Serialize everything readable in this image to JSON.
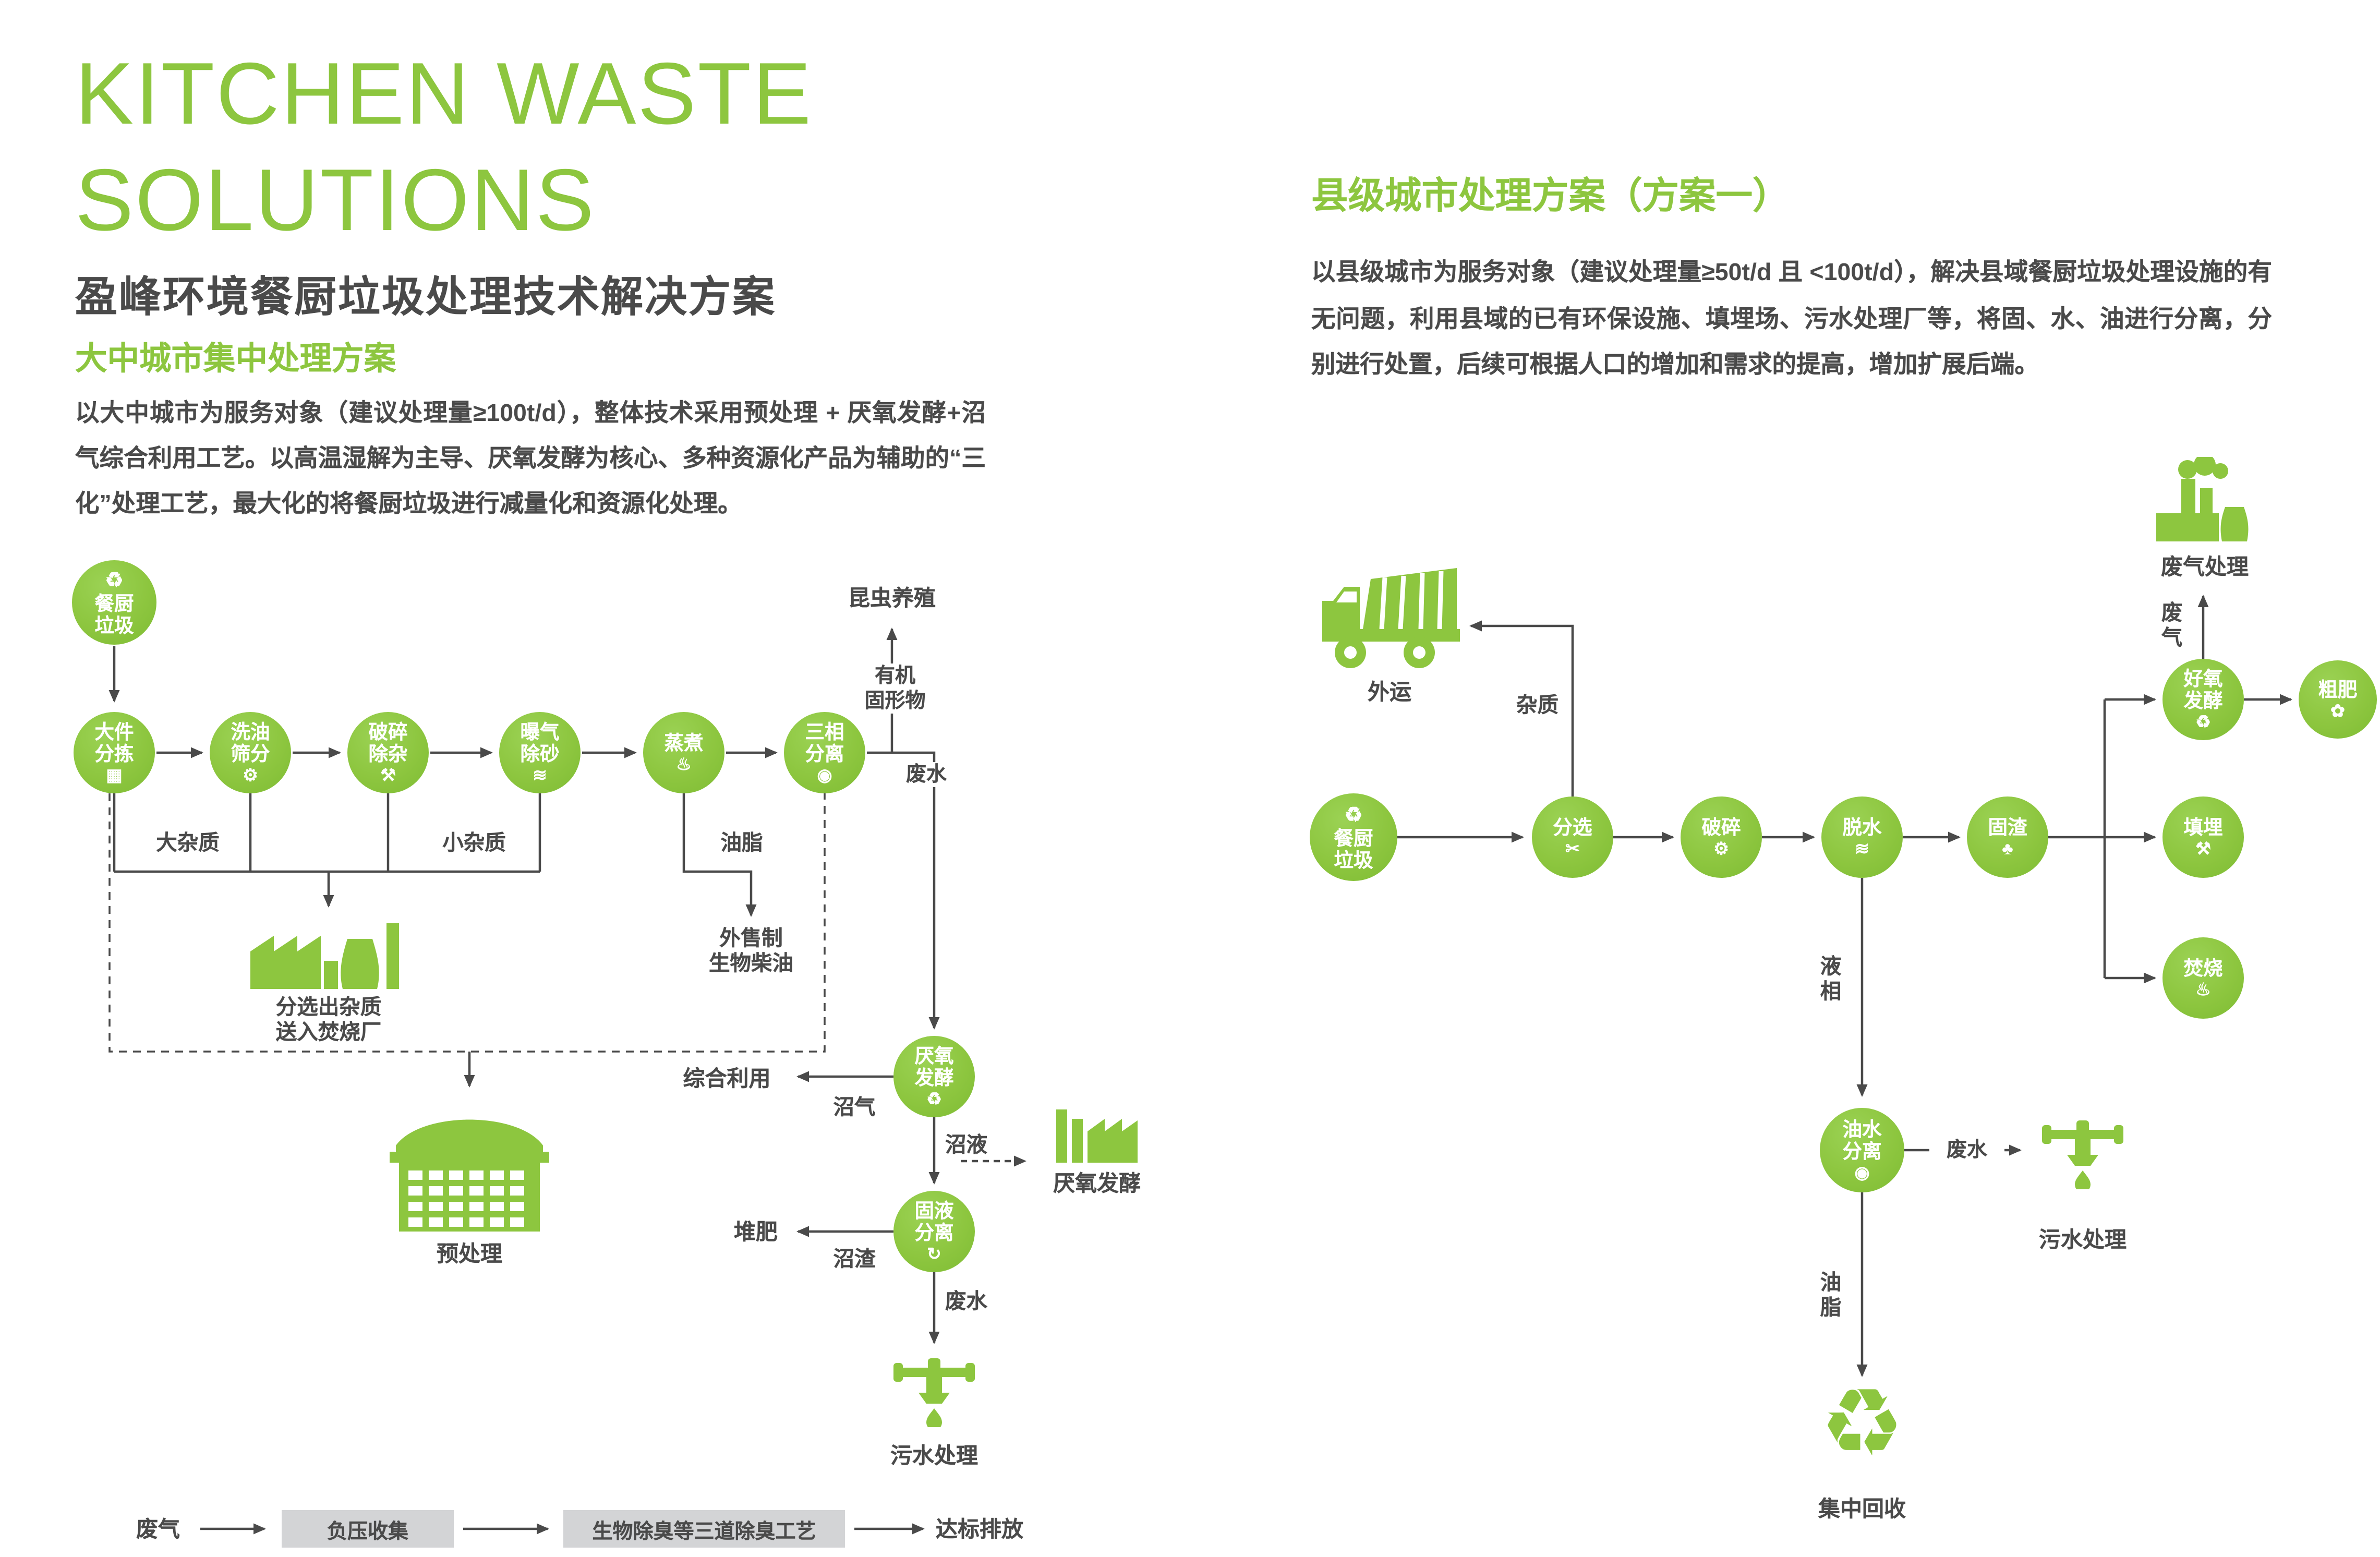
{
  "colors": {
    "green": "#8DC63F",
    "dark": "#4A4A4A",
    "gray": "#D3D4D6"
  },
  "header": {
    "title_line1": "KITCHEN WASTE",
    "title_line2": "SOLUTIONS",
    "subtitle": "盈峰环境餐厨垃圾处理技术解决方案"
  },
  "left": {
    "section_title": "大中城市集中处理方案",
    "intro": "以大中城市为服务对象（建议处理量≥100t/d），整体技术采用预处理 + 厌氧发酵+沼气综合利用工艺。以高温湿解为主导、厌氧发酵为核心、多种资源化产品为辅助的“三化”处理工艺，最大化的将餐厨垃圾进行减量化和资源化处理。",
    "nodes": {
      "kitchen_waste": {
        "label": "餐厨\n垃圾",
        "icon": "recycle-icon"
      },
      "sorting": {
        "label": "大件\n分拣",
        "icon": "bin-icon"
      },
      "washing": {
        "label": "洗油\n筛分",
        "icon": "gear-icon"
      },
      "crushing": {
        "label": "破碎\n除杂",
        "icon": "hammer-icon"
      },
      "aeration": {
        "label": "曝气\n除砂",
        "icon": "wave-icon"
      },
      "cooking": {
        "label": "蒸煮",
        "icon": "steam-icon"
      },
      "three_phase": {
        "label": "三相\n分离",
        "icon": "drop-icon"
      },
      "anaerobic": {
        "label": "厌氧\n发酵",
        "icon": "recycle-icon"
      },
      "solid_liquid": {
        "label": "固液\n分离",
        "icon": "cycle-icon"
      }
    },
    "labels": {
      "insect": "昆虫养殖",
      "organic": "有机\n固形物",
      "wastewater_top": "废水",
      "big_impurities": "大杂质",
      "small_impurities": "小杂质",
      "oil": "油脂",
      "biodiesel": "外售制\n生物柴油",
      "incinerator_note": "分选出杂质\n送入焚烧厂",
      "pretreatment": "预处理",
      "utilization": "综合利用",
      "biogas": "沼气",
      "biogas_slurry": "沼液",
      "anaerobic_plant": "厌氧发酵",
      "compost": "堆肥",
      "residue": "沼渣",
      "wastewater_bottom": "废水",
      "sewage": "污水处理"
    },
    "bottom": {
      "gas": "废气",
      "box1": "负压收集",
      "box2": "生物除臭等三道除臭工艺",
      "result": "达标排放"
    }
  },
  "right": {
    "section_title": "县级城市处理方案（方案一）",
    "intro": "以县级城市为服务对象（建议处理量≥50t/d 且 <100t/d），解决县域餐厨垃圾处理设施的有无问题，利用县域的已有环保设施、填埋场、污水处理厂等，将固、水、油进行分离，分别进行处置，后续可根据人口的增加和需求的提高，增加扩展后端。",
    "nodes": {
      "kitchen_waste": {
        "label": "餐厨\n垃圾",
        "icon": "recycle-icon"
      },
      "sorting": {
        "label": "分选",
        "icon": "scissors-icon"
      },
      "crushing": {
        "label": "破碎",
        "icon": "gear-icon"
      },
      "dewatering": {
        "label": "脱水",
        "icon": "wave-icon"
      },
      "solid_residue": {
        "label": "固渣",
        "icon": "tree-icon"
      },
      "aerobic": {
        "label": "好氧\n发酵",
        "icon": "recycle-icon"
      },
      "coarse_fertilizer": {
        "label": "粗肥",
        "icon": "plant-icon"
      },
      "landfill": {
        "label": "填埋",
        "icon": "shovel-icon"
      },
      "incineration": {
        "label": "焚烧",
        "icon": "flame-icon"
      },
      "oil_water": {
        "label": "油水\n分离",
        "icon": "drop-icon"
      }
    },
    "labels": {
      "transport": "外运",
      "impurities": "杂质",
      "gas_plant": "废气处理",
      "waste_gas": "废\n气",
      "liquid_phase": "液\n相",
      "wastewater": "废水",
      "sewage": "污水处理",
      "oil": "油\n脂",
      "central_recycle": "集中回收"
    }
  }
}
